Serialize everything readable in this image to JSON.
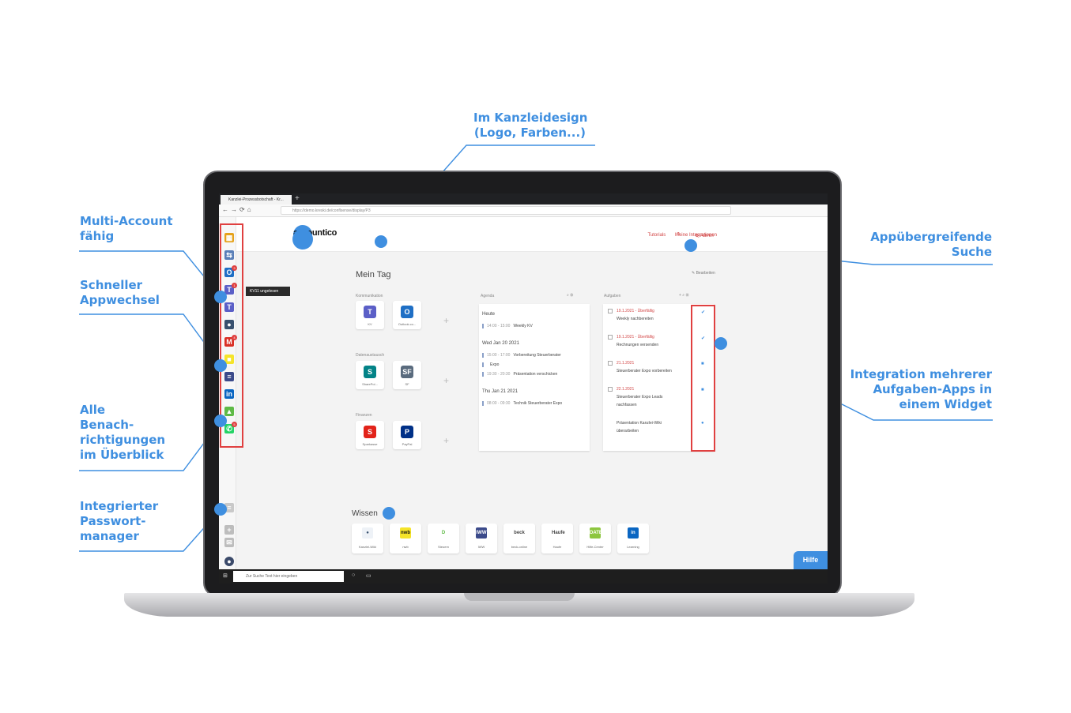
{
  "callouts": {
    "design": [
      "Im Kanzleidesign",
      "(Logo, Farben...)"
    ],
    "multi_account": [
      "Multi-Account",
      "fähig"
    ],
    "app_switch": [
      "Schneller",
      "Appwechsel"
    ],
    "notifications": [
      "Alle",
      "Benach-",
      "richtigungen",
      "im Überblick"
    ],
    "password": [
      "Integrierter",
      "Passwort-",
      "manager"
    ],
    "search": [
      "Appübergreifende",
      "Suche"
    ],
    "tasks": [
      "Integration mehrerer",
      "Aufgaben-Apps in",
      "einem Widget"
    ]
  },
  "colors": {
    "accent": "#3f8fe0",
    "frame": "#e04040",
    "link": "#d24545"
  },
  "browser": {
    "tab_title": "Kanzlei-Prozessbotschaft - Kr...",
    "url": "https://demo.kreski.de/conflsense/display/P3"
  },
  "app": {
    "logo": "accountico",
    "links": [
      "Tutorials",
      "Meine Integrationen"
    ],
    "admin": "Admin",
    "page_title": "Mein Tag",
    "edit": "Bearbeiten",
    "tooltip": "KV11 ungelesen",
    "hilfe": "Hilfe",
    "taskbar_search": "Zur Suche Text hier eingeben"
  },
  "sidebar_icons": [
    {
      "icon": "grid-icon",
      "color": "#e5a21b",
      "glyph": "▦",
      "badge": ""
    },
    {
      "icon": "account-switch-icon",
      "color": "#5a7fb8",
      "glyph": "⇆",
      "badge": ""
    },
    {
      "icon": "outlook-icon",
      "color": "#1f6fc5",
      "glyph": "O",
      "badge": "3"
    },
    {
      "icon": "teams-icon",
      "color": "#5b5fc7",
      "glyph": "T",
      "badge": "1"
    },
    {
      "icon": "teams-icon",
      "color": "#5b5fc7",
      "glyph": "T",
      "badge": ""
    },
    {
      "icon": "lightbulb-icon",
      "color": "#38506e",
      "glyph": "●",
      "badge": ""
    },
    {
      "icon": "gmail-icon",
      "color": "#d93025",
      "glyph": "M",
      "badge": "4"
    },
    {
      "icon": "note-icon",
      "color": "#f5e42a",
      "glyph": "■",
      "badge": ""
    },
    {
      "icon": "iww-icon",
      "color": "#3b4a8a",
      "glyph": "≡",
      "badge": ""
    },
    {
      "icon": "linkedin-icon",
      "color": "#0a66c2",
      "glyph": "in",
      "badge": ""
    },
    {
      "icon": "flag-icon",
      "color": "#5fba46",
      "glyph": "▲",
      "badge": ""
    },
    {
      "icon": "whatsapp-icon",
      "color": "#25d366",
      "glyph": "✆",
      "badge": "5"
    }
  ],
  "sections": {
    "kommunikation": {
      "label": "Kommunikation",
      "tiles": [
        {
          "label": "KV",
          "icon": "teams-icon",
          "color": "#5b5fc7",
          "glyph": "T"
        },
        {
          "label": "Outlook.co...",
          "icon": "outlook-icon",
          "color": "#1f6fc5",
          "glyph": "O"
        }
      ]
    },
    "datenaustausch": {
      "label": "Datenaustausch",
      "tiles": [
        {
          "label": "SharePoi...",
          "icon": "sharepoint-icon",
          "color": "#038387",
          "glyph": "S"
        },
        {
          "label": "SF",
          "icon": "sf-icon",
          "color": "#5a6b7e",
          "glyph": "SF"
        }
      ]
    },
    "finanzen": {
      "label": "Finanzen",
      "tiles": [
        {
          "label": "Sparkasse",
          "icon": "sparkasse-icon",
          "color": "#e2231a",
          "glyph": "S"
        },
        {
          "label": "PayPal",
          "icon": "paypal-icon",
          "color": "#003087",
          "glyph": "P"
        }
      ]
    }
  },
  "agenda": {
    "label": "Agenda",
    "days": [
      {
        "day": "Heute",
        "items": [
          {
            "time": "14:00 - 15:00",
            "title": "Weekly KV"
          }
        ]
      },
      {
        "day": "Wed Jan 20 2021",
        "items": [
          {
            "time": "15:00 - 17:00",
            "title": "Vorbereitung Steuerberater"
          },
          {
            "time": "",
            "title": "Expo"
          },
          {
            "time": "19:30 - 20:30",
            "title": "Präsentation verschicken"
          }
        ]
      },
      {
        "day": "Thu Jan 21 2021",
        "items": [
          {
            "time": "08:00 - 09:30",
            "title": "Technik Steuerberater Expo"
          }
        ]
      }
    ]
  },
  "aufgaben": {
    "label": "Aufgaben",
    "tasks": [
      {
        "date": "19.1.2021 - Überfällig",
        "title": "Weekly nachbereiten"
      },
      {
        "date": "19.1.2021 - Überfällig",
        "title": "Rechnungen versenden"
      },
      {
        "date": "21.1.2021",
        "title": "Steuerberater Expo vorbereiten"
      },
      {
        "date": "22.1.2021",
        "title": "Steuerberater Expo Leads"
      },
      {
        "date": "",
        "title": "nachfassen"
      },
      {
        "date": "",
        "title": "Präsentation Kanzlei-Wiki"
      },
      {
        "date": "",
        "title": "überarbeiten"
      }
    ]
  },
  "wissen": {
    "label": "Wissen",
    "tiles": [
      {
        "label": "Kanzlei-Wiki",
        "icon": "lightbulb-icon",
        "color": "#38506e",
        "bg": "#eef2f7",
        "glyph": "●"
      },
      {
        "label": "nwb",
        "icon": "nwb-icon",
        "color": "#111",
        "bg": "#f5e42a",
        "glyph": "nwb"
      },
      {
        "label": "Steuern",
        "icon": "steuern-icon",
        "color": "#5fba46",
        "bg": "#fff",
        "glyph": "D"
      },
      {
        "label": "IWW",
        "icon": "iww-icon",
        "color": "#fff",
        "bg": "#3b4a8a",
        "glyph": "IWW"
      },
      {
        "label": "beck-online",
        "icon": "beck-icon",
        "color": "#444",
        "bg": "#fff",
        "glyph": "beck"
      },
      {
        "label": "Haufe",
        "icon": "haufe-icon",
        "color": "#444",
        "bg": "#fff",
        "glyph": "Haufe"
      },
      {
        "label": "Hilfe-Center",
        "icon": "datev-icon",
        "color": "#fff",
        "bg": "#8dc63f",
        "glyph": "DATEV"
      },
      {
        "label": "Learning",
        "icon": "linkedin-icon",
        "color": "#fff",
        "bg": "#0a66c2",
        "glyph": "in"
      }
    ]
  }
}
